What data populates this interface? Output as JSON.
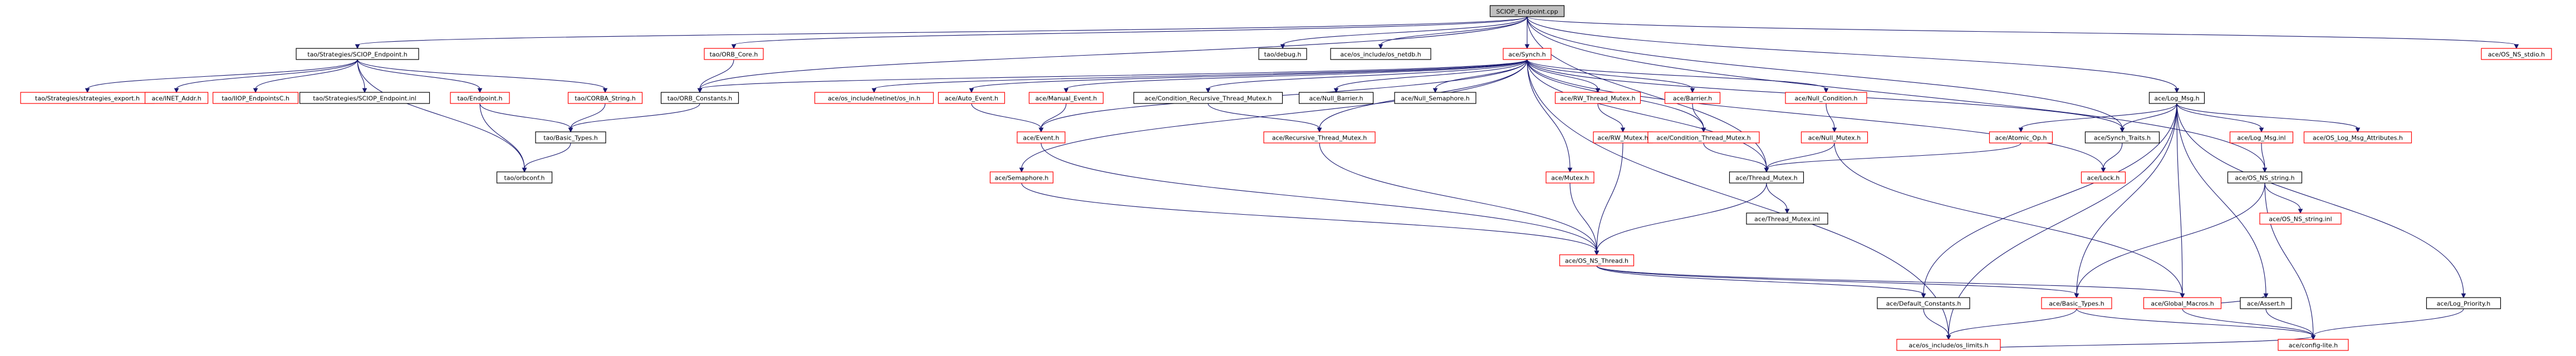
{
  "diagram": {
    "colors": {
      "edge": "#191970",
      "node_border_normal": "#000000",
      "node_border_external": "#ff0000",
      "root_fill": "#bfbfbf",
      "node_fill": "#ffffff",
      "text": "#000000"
    },
    "nodes": [
      {
        "id": "n_root",
        "label": "SCIOP_Endpoint.cpp",
        "kind": "root"
      },
      {
        "id": "n_sciop_ep_h",
        "label": "tao/Strategies/SCIOP_Endpoint.h",
        "kind": "normal"
      },
      {
        "id": "n_orb_core",
        "label": "tao/ORB_Core.h",
        "kind": "external"
      },
      {
        "id": "n_debug",
        "label": "tao/debug.h",
        "kind": "normal"
      },
      {
        "id": "n_netdb",
        "label": "ace/os_include/os_netdb.h",
        "kind": "normal"
      },
      {
        "id": "n_synch",
        "label": "ace/Synch.h",
        "kind": "external"
      },
      {
        "id": "n_log_msg",
        "label": "ace/Log_Msg.h",
        "kind": "normal"
      },
      {
        "id": "n_os_stdio",
        "label": "ace/OS_NS_stdio.h",
        "kind": "external"
      },
      {
        "id": "n_strategies_export",
        "label": "tao/Strategies/strategies_export.h",
        "kind": "external"
      },
      {
        "id": "n_inet_addr",
        "label": "ace/INET_Addr.h",
        "kind": "external"
      },
      {
        "id": "n_iiop_endpoints",
        "label": "tao/IIOP_EndpointsC.h",
        "kind": "external"
      },
      {
        "id": "n_sciop_inl",
        "label": "tao/Strategies/SCIOP_Endpoint.inl",
        "kind": "normal"
      },
      {
        "id": "n_endpoint",
        "label": "tao/Endpoint.h",
        "kind": "external"
      },
      {
        "id": "n_corba_string",
        "label": "tao/CORBA_String.h",
        "kind": "external"
      },
      {
        "id": "n_orb_constants",
        "label": "tao/ORB_Constants.h",
        "kind": "normal"
      },
      {
        "id": "n_netinet_in",
        "label": "ace/os_include/netinet/os_in.h",
        "kind": "external"
      },
      {
        "id": "n_auto_event",
        "label": "ace/Auto_Event.h",
        "kind": "external"
      },
      {
        "id": "n_manual_event",
        "label": "ace/Manual_Event.h",
        "kind": "external"
      },
      {
        "id": "n_cond_rec_mutex",
        "label": "ace/Condition_Recursive_Thread_Mutex.h",
        "kind": "normal"
      },
      {
        "id": "n_null_barrier",
        "label": "ace/Null_Barrier.h",
        "kind": "normal"
      },
      {
        "id": "n_null_semaphore",
        "label": "ace/Null_Semaphore.h",
        "kind": "normal"
      },
      {
        "id": "n_rw_thread_mutex",
        "label": "ace/RW_Thread_Mutex.h",
        "kind": "external"
      },
      {
        "id": "n_barrier",
        "label": "ace/Barrier.h",
        "kind": "external"
      },
      {
        "id": "n_null_condition",
        "label": "ace/Null_Condition.h",
        "kind": "external"
      },
      {
        "id": "n_basic_types_tao",
        "label": "tao/Basic_Types.h",
        "kind": "normal"
      },
      {
        "id": "n_event",
        "label": "ace/Event.h",
        "kind": "external"
      },
      {
        "id": "n_rec_thread_mutex",
        "label": "ace/Recursive_Thread_Mutex.h",
        "kind": "external"
      },
      {
        "id": "n_rw_mutex",
        "label": "ace/RW_Mutex.h",
        "kind": "external"
      },
      {
        "id": "n_cond_thread_mutex",
        "label": "ace/Condition_Thread_Mutex.h",
        "kind": "external"
      },
      {
        "id": "n_null_mutex",
        "label": "ace/Null_Mutex.h",
        "kind": "external"
      },
      {
        "id": "n_atomic_op",
        "label": "ace/Atomic_Op.h",
        "kind": "external"
      },
      {
        "id": "n_synch_traits",
        "label": "ace/Synch_Traits.h",
        "kind": "normal"
      },
      {
        "id": "n_log_msg_inl",
        "label": "ace/Log_Msg.inl",
        "kind": "external"
      },
      {
        "id": "n_os_log_msg_attr",
        "label": "ace/OS_Log_Msg_Attributes.h",
        "kind": "external"
      },
      {
        "id": "n_orbconf",
        "label": "tao/orbconf.h",
        "kind": "normal"
      },
      {
        "id": "n_semaphore",
        "label": "ace/Semaphore.h",
        "kind": "external"
      },
      {
        "id": "n_mutex",
        "label": "ace/Mutex.h",
        "kind": "external"
      },
      {
        "id": "n_thread_mutex",
        "label": "ace/Thread_Mutex.h",
        "kind": "normal"
      },
      {
        "id": "n_lock",
        "label": "ace/Lock.h",
        "kind": "external"
      },
      {
        "id": "n_os_ns_string",
        "label": "ace/OS_NS_string.h",
        "kind": "normal"
      },
      {
        "id": "n_thread_mutex_inl",
        "label": "ace/Thread_Mutex.inl",
        "kind": "normal"
      },
      {
        "id": "n_os_ns_string_inl",
        "label": "ace/OS_NS_string.inl",
        "kind": "external"
      },
      {
        "id": "n_os_ns_thread",
        "label": "ace/OS_NS_Thread.h",
        "kind": "external"
      },
      {
        "id": "n_default_constants",
        "label": "ace/Default_Constants.h",
        "kind": "normal"
      },
      {
        "id": "n_basic_types_ace",
        "label": "ace/Basic_Types.h",
        "kind": "external"
      },
      {
        "id": "n_global_macros",
        "label": "ace/Global_Macros.h",
        "kind": "external"
      },
      {
        "id": "n_assert",
        "label": "ace/Assert.h",
        "kind": "normal"
      },
      {
        "id": "n_log_priority",
        "label": "ace/Log_Priority.h",
        "kind": "normal"
      },
      {
        "id": "n_os_limits",
        "label": "ace/os_include/os_limits.h",
        "kind": "external"
      },
      {
        "id": "n_config_lite",
        "label": "ace/config-lite.h",
        "kind": "external"
      }
    ],
    "edges": [
      [
        "n_root",
        "n_sciop_ep_h"
      ],
      [
        "n_root",
        "n_orb_core"
      ],
      [
        "n_root",
        "n_debug"
      ],
      [
        "n_root",
        "n_netdb"
      ],
      [
        "n_root",
        "n_synch"
      ],
      [
        "n_root",
        "n_log_msg"
      ],
      [
        "n_root",
        "n_os_stdio"
      ],
      [
        "n_root",
        "n_orb_constants"
      ],
      [
        "n_root",
        "n_thread_mutex"
      ],
      [
        "n_root",
        "n_synch_traits"
      ],
      [
        "n_root",
        "n_os_ns_string"
      ],
      [
        "n_sciop_ep_h",
        "n_strategies_export"
      ],
      [
        "n_sciop_ep_h",
        "n_inet_addr"
      ],
      [
        "n_sciop_ep_h",
        "n_iiop_endpoints"
      ],
      [
        "n_sciop_ep_h",
        "n_sciop_inl"
      ],
      [
        "n_sciop_ep_h",
        "n_endpoint"
      ],
      [
        "n_sciop_ep_h",
        "n_corba_string"
      ],
      [
        "n_sciop_ep_h",
        "n_orbconf"
      ],
      [
        "n_orb_core",
        "n_orb_constants"
      ],
      [
        "n_orb_constants",
        "n_basic_types_tao"
      ],
      [
        "n_endpoint",
        "n_basic_types_tao"
      ],
      [
        "n_endpoint",
        "n_orbconf"
      ],
      [
        "n_corba_string",
        "n_basic_types_tao"
      ],
      [
        "n_basic_types_tao",
        "n_orbconf"
      ],
      [
        "n_synch",
        "n_orb_constants"
      ],
      [
        "n_synch",
        "n_netinet_in"
      ],
      [
        "n_synch",
        "n_auto_event"
      ],
      [
        "n_synch",
        "n_manual_event"
      ],
      [
        "n_synch",
        "n_cond_rec_mutex"
      ],
      [
        "n_synch",
        "n_null_barrier"
      ],
      [
        "n_synch",
        "n_null_semaphore"
      ],
      [
        "n_synch",
        "n_rw_thread_mutex"
      ],
      [
        "n_synch",
        "n_barrier"
      ],
      [
        "n_synch",
        "n_null_condition"
      ],
      [
        "n_synch",
        "n_event"
      ],
      [
        "n_synch",
        "n_rec_thread_mutex"
      ],
      [
        "n_synch",
        "n_cond_thread_mutex"
      ],
      [
        "n_synch",
        "n_semaphore"
      ],
      [
        "n_synch",
        "n_mutex"
      ],
      [
        "n_synch",
        "n_thread_mutex"
      ],
      [
        "n_synch",
        "n_lock"
      ],
      [
        "n_synch",
        "n_synch_traits"
      ],
      [
        "n_synch",
        "n_os_limits"
      ],
      [
        "n_auto_event",
        "n_event"
      ],
      [
        "n_manual_event",
        "n_event"
      ],
      [
        "n_cond_rec_mutex",
        "n_rec_thread_mutex"
      ],
      [
        "n_rw_thread_mutex",
        "n_rw_mutex"
      ],
      [
        "n_barrier",
        "n_cond_thread_mutex"
      ],
      [
        "n_null_condition",
        "n_null_mutex"
      ],
      [
        "n_event",
        "n_os_ns_thread"
      ],
      [
        "n_rec_thread_mutex",
        "n_os_ns_thread"
      ],
      [
        "n_rw_mutex",
        "n_os_ns_thread"
      ],
      [
        "n_cond_thread_mutex",
        "n_thread_mutex"
      ],
      [
        "n_null_mutex",
        "n_thread_mutex"
      ],
      [
        "n_null_mutex",
        "n_global_macros"
      ],
      [
        "n_semaphore",
        "n_os_ns_thread"
      ],
      [
        "n_mutex",
        "n_os_ns_thread"
      ],
      [
        "n_thread_mutex",
        "n_os_ns_thread"
      ],
      [
        "n_thread_mutex",
        "n_thread_mutex_inl"
      ],
      [
        "n_synch_traits",
        "n_lock"
      ],
      [
        "n_log_msg",
        "n_atomic_op"
      ],
      [
        "n_log_msg",
        "n_synch_traits"
      ],
      [
        "n_log_msg",
        "n_log_msg_inl"
      ],
      [
        "n_log_msg",
        "n_os_log_msg_attr"
      ],
      [
        "n_log_msg",
        "n_default_constants"
      ],
      [
        "n_log_msg",
        "n_global_macros"
      ],
      [
        "n_log_msg",
        "n_assert"
      ],
      [
        "n_log_msg",
        "n_log_priority"
      ],
      [
        "n_log_msg",
        "n_basic_types_ace"
      ],
      [
        "n_log_msg",
        "n_os_limits"
      ],
      [
        "n_atomic_op",
        "n_thread_mutex"
      ],
      [
        "n_log_msg_inl",
        "n_os_ns_string"
      ],
      [
        "n_os_ns_string",
        "n_os_ns_string_inl"
      ],
      [
        "n_os_ns_string",
        "n_basic_types_ace"
      ],
      [
        "n_os_ns_string",
        "n_config_lite"
      ],
      [
        "n_os_ns_thread",
        "n_default_constants"
      ],
      [
        "n_os_ns_thread",
        "n_global_macros"
      ],
      [
        "n_os_ns_thread",
        "n_basic_types_ace"
      ],
      [
        "n_default_constants",
        "n_os_limits"
      ],
      [
        "n_basic_types_ace",
        "n_os_limits"
      ],
      [
        "n_basic_types_ace",
        "n_config_lite"
      ],
      [
        "n_global_macros",
        "n_config_lite"
      ],
      [
        "n_global_macros",
        "n_assert"
      ],
      [
        "n_assert",
        "n_config_lite"
      ],
      [
        "n_log_priority",
        "n_config_lite"
      ],
      [
        "n_os_limits",
        "n_config_lite"
      ]
    ]
  }
}
